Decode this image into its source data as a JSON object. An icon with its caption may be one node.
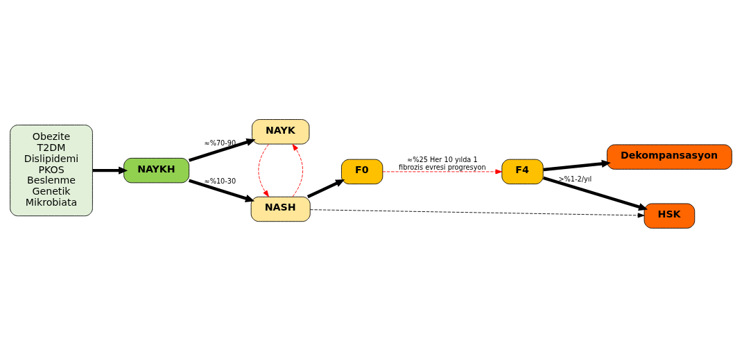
{
  "diagram": {
    "nodes": [
      {
        "text": [
          "Obezite",
          "T2DM",
          "Dislipidemi",
          "PKOS",
          "Beslenme",
          "Genetik",
          "Mikrobiata"
        ]
      },
      {
        "text": [
          "NAYKH"
        ]
      },
      {
        "text": [
          "NASH"
        ]
      },
      {
        "text": [
          "NAYK"
        ]
      },
      {
        "text": [
          "F0"
        ]
      },
      {
        "text": [
          "F4"
        ]
      },
      {
        "text": [
          "Dekompansasyon"
        ]
      },
      {
        "text": [
          "HSK"
        ]
      }
    ],
    "edges": [
      {
        "from": 0,
        "to": 1,
        "arrow": "to"
      },
      {
        "from": 1,
        "to": 2,
        "arrow": "to",
        "label": "≈%10-30"
      },
      {
        "from": 1,
        "to": 3,
        "arrow": "to",
        "label": "≈%70-90"
      },
      {
        "from": 2,
        "to": 3,
        "arrow": "to",
        "style": "dashed",
        "color": "#ff0000"
      },
      {
        "from": 3,
        "to": 2,
        "arrow": "to",
        "style": "dashed",
        "color": "#ff0000"
      },
      {
        "from": 2,
        "to": 4,
        "arrow": "to"
      },
      {
        "from": 4,
        "to": 5,
        "arrow": "to",
        "style": "dashed",
        "color": "#ff0000",
        "label": "≈%25 Her 10 yılda 1 fibrozis evresi progresyon"
      },
      {
        "from": 5,
        "to": 6,
        "arrow": "to"
      },
      {
        "from": 5,
        "to": 7,
        "arrow": "to",
        "label": ">%1-2/yıl"
      },
      {
        "from": 2,
        "to": 7,
        "arrow": "to",
        "style": "dashed"
      }
    ]
  }
}
